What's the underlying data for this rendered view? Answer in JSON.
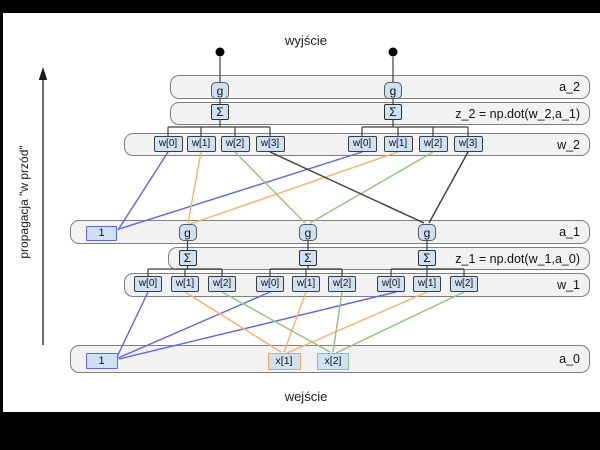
{
  "frame": {
    "top_title": "wyjście",
    "bottom_title": "wejście",
    "side_label": "propagacja \"w przód\""
  },
  "rows": [
    {
      "id": "a_2",
      "label": "a_2",
      "boxes": [
        "g",
        "g"
      ]
    },
    {
      "id": "z_2",
      "label": "z_2 = np.dot(w_2,a_1)",
      "boxes": [
        "Σ",
        "Σ"
      ]
    },
    {
      "id": "w_2",
      "label": "w_2",
      "boxes": [
        "w[0]",
        "w[1]",
        "w[2]",
        "w[3]",
        "w[0]",
        "w[1]",
        "w[2]",
        "w[3]"
      ]
    },
    {
      "id": "a_1",
      "label": "a_1",
      "boxes": [
        "1",
        "g",
        "g",
        "g"
      ]
    },
    {
      "id": "z_1",
      "label": "z_1 = np.dot(w_1,a_0)",
      "boxes": [
        "Σ",
        "Σ",
        "Σ"
      ]
    },
    {
      "id": "w_1",
      "label": "w_1",
      "boxes": [
        "w[0]",
        "w[1]",
        "w[2]",
        "w[0]",
        "w[1]",
        "w[2]",
        "w[0]",
        "w[1]",
        "w[2]"
      ]
    },
    {
      "id": "a_0",
      "label": "a_0",
      "boxes": [
        "1",
        "x[1]",
        "x[2]"
      ]
    }
  ],
  "colors": {
    "bias_edge": "#5b68e8",
    "x1_edge": "#f6b26b",
    "x2_edge": "#93c47d",
    "unit3_edge": "#3d3d3d",
    "structure_line": "#3f3f3f",
    "box_fill": "#cfe2f3",
    "row_fill": "#f2f2f2",
    "x1_border": "#f0a44d",
    "x2_border": "#93c47d"
  },
  "edges": {
    "w2_to_a1": [
      {
        "from": "w[0]",
        "to": "1",
        "color": "#5b68e8"
      },
      {
        "from": "w[1]",
        "to": "g (unit 1)",
        "color": "#f6b26b"
      },
      {
        "from": "w[2]",
        "to": "g (unit 2)",
        "color": "#93c47d"
      },
      {
        "from": "w[3]",
        "to": "g (unit 3)",
        "color": "#3d3d3d"
      }
    ],
    "w1_to_a0": [
      {
        "from": "w[0]",
        "to": "1",
        "color": "#5b68e8"
      },
      {
        "from": "w[1]",
        "to": "x[1]",
        "color": "#f6b26b"
      },
      {
        "from": "w[2]",
        "to": "x[2]",
        "color": "#93c47d"
      }
    ]
  }
}
